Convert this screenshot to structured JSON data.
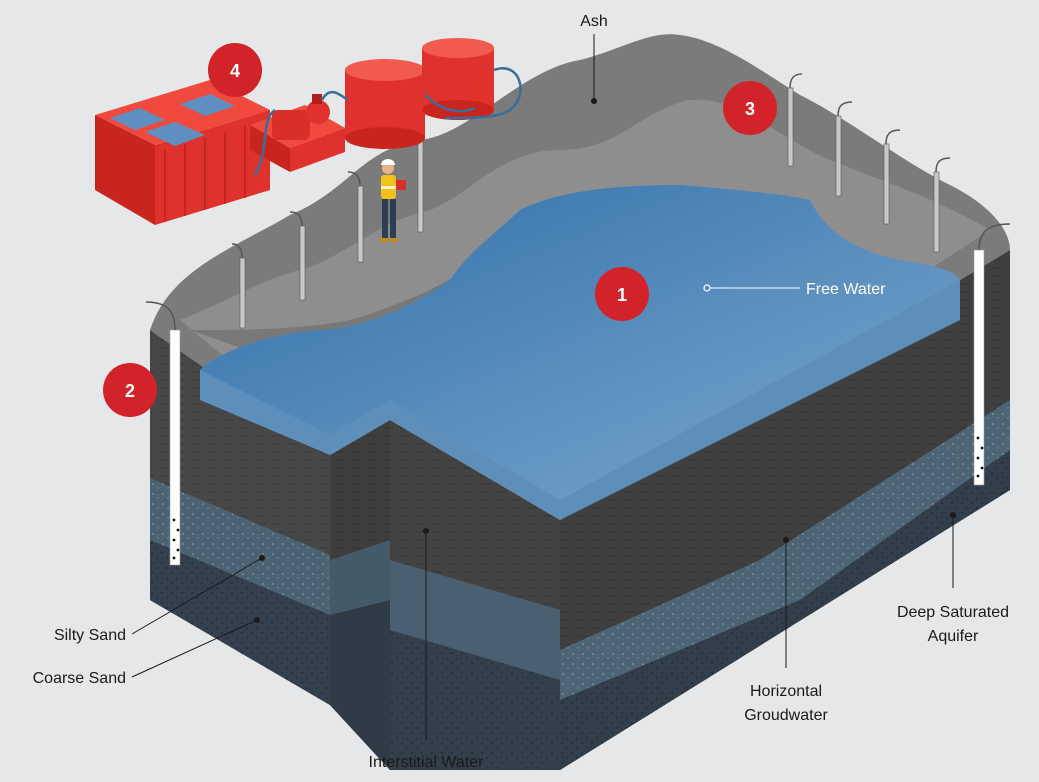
{
  "labels": {
    "ash": "Ash",
    "free_water": "Free Water",
    "silty_sand": "Silty Sand",
    "coarse_sand": "Coarse Sand",
    "interstitial_water": "Interstitial Water",
    "horizontal_1": "Horizontal",
    "horizontal_2": "Groudwater",
    "deep_1": "Deep Saturated",
    "deep_2": "Aquifer"
  },
  "badges": [
    "1",
    "2",
    "3",
    "4"
  ],
  "colors": {
    "background": "#e6e7e8",
    "badge": "#d2232a",
    "water_top": "#3f7fb3",
    "ash_top": "#8a8a8a",
    "equipment": "#e0322c"
  }
}
